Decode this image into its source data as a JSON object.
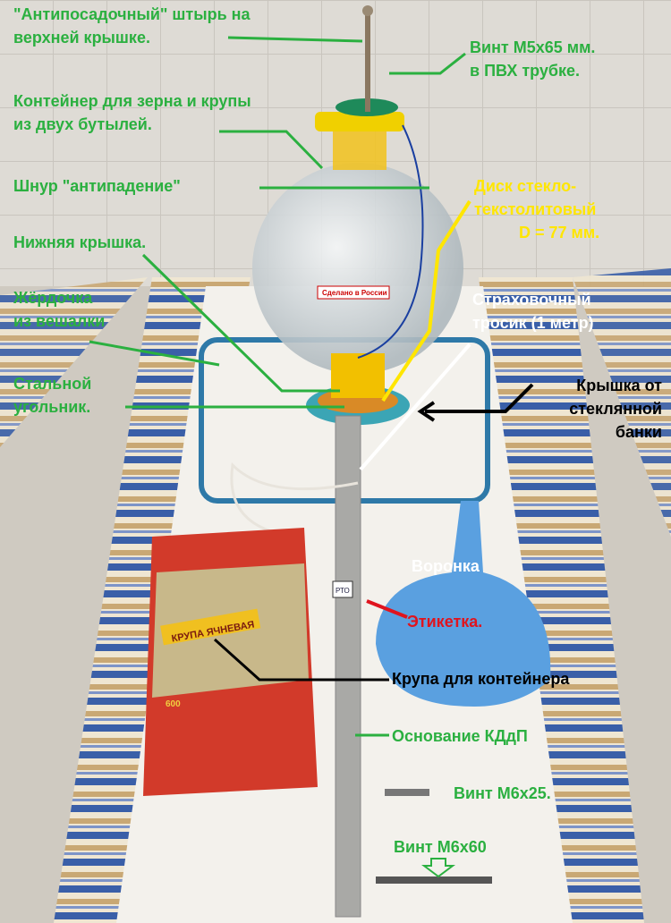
{
  "labels": {
    "pin": [
      "\"Антипосадочный\" штырь на",
      "верхней крышке."
    ],
    "screw_m5": [
      "Винт М5х65 мм.",
      "в ПВХ трубке."
    ],
    "container": [
      "Контейнер для зерна и крупы",
      "из двух бутылей."
    ],
    "cord": "Шнур \"антипадение\"",
    "disk": [
      "Диск стекло-",
      "текстолитовый",
      "D = 77 мм."
    ],
    "bottom_cap": "Нижняя крышка.",
    "perch": [
      "Жёрдочка",
      "из вешалки"
    ],
    "safety_cable": [
      "Страховочный",
      "тросик (1 метр)"
    ],
    "steel_angle": [
      "Стальной",
      "угольник."
    ],
    "jar_lid": [
      "Крышка от",
      "стеклянной",
      "банки"
    ],
    "funnel": "Воронка",
    "tag": "Этикетка.",
    "groats": "Крупа для контейнера",
    "base": "Основание КДдП",
    "screw_m6_25": "Винт М6х25.",
    "screw_m6_60": "Винт М6х60"
  },
  "photo_text": {
    "bottle_sticker": "Сделано в России",
    "package_name": "КРУПА ЯЧНЕВАЯ",
    "package_weight": "600",
    "tag_text": "РТО"
  },
  "colors": {
    "green": "#2bb040",
    "yellow": "#ffe600",
    "red": "#e0141e"
  }
}
